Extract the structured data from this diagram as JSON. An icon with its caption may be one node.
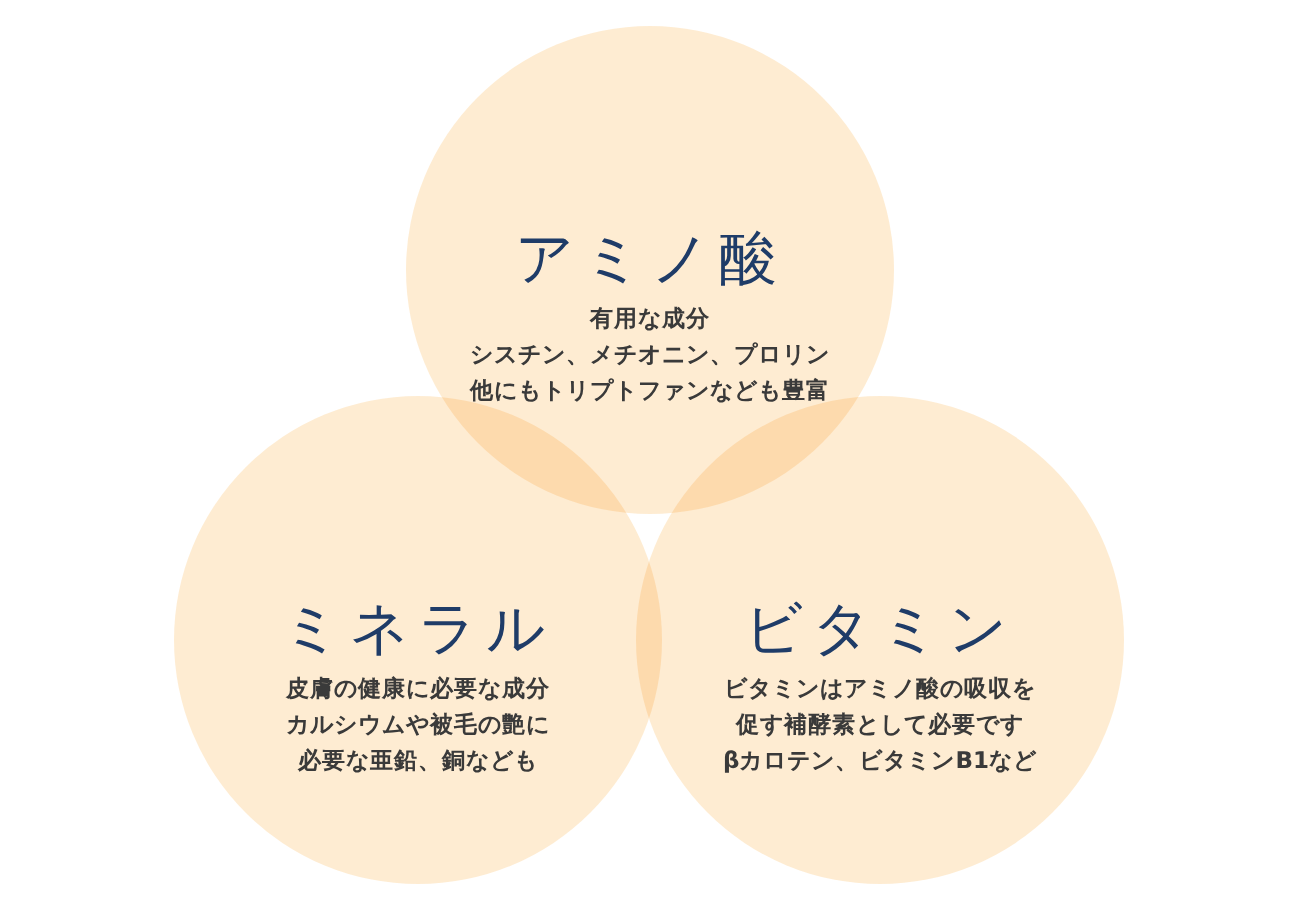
{
  "diagram": {
    "nodes": [
      {
        "text": [
          "アミノ酸",
          "有用な成分",
          "シスチン、メチオニン、プロリン",
          "他にもトリプトファンなども豊富"
        ]
      },
      {
        "text": [
          "ミネラル",
          "皮膚の健康に必要な成分",
          "カルシウムや被毛の艶に",
          "必要な亜鉛、銅なども"
        ]
      },
      {
        "text": [
          "ビタミン",
          "ビタミンはアミノ酸の吸収を",
          "促す補酵素として必要です",
          "βカロテン、ビタミンB1など"
        ]
      }
    ]
  }
}
